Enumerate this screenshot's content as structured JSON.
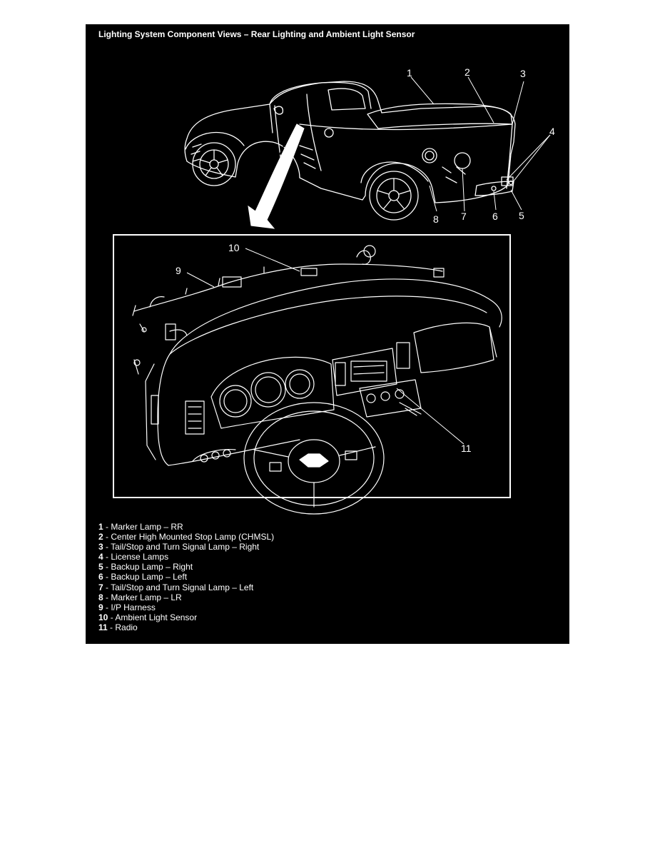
{
  "figure": {
    "title": "Lighting System Component Views – Rear Lighting and Ambient Light Sensor"
  },
  "callouts": [
    {
      "id": "1",
      "label": "1"
    },
    {
      "id": "2",
      "label": "2"
    },
    {
      "id": "3",
      "label": "3"
    },
    {
      "id": "4",
      "label": "4"
    },
    {
      "id": "5",
      "label": "5"
    },
    {
      "id": "6",
      "label": "6"
    },
    {
      "id": "7",
      "label": "7"
    },
    {
      "id": "8",
      "label": "8"
    },
    {
      "id": "9",
      "label": "9"
    },
    {
      "id": "10",
      "label": "10"
    },
    {
      "id": "11",
      "label": "11"
    }
  ],
  "legend": [
    {
      "num": "1",
      "text": " - Marker Lamp – RR"
    },
    {
      "num": "2",
      "text": " - Center High Mounted Stop Lamp (CHMSL)"
    },
    {
      "num": "3",
      "text": " - Tail/Stop and Turn Signal Lamp – Right"
    },
    {
      "num": "4",
      "text": " - License Lamps"
    },
    {
      "num": "5",
      "text": " - Backup Lamp – Right"
    },
    {
      "num": "6",
      "text": " - Backup Lamp – Left"
    },
    {
      "num": "7",
      "text": " - Tail/Stop and Turn Signal Lamp – Left"
    },
    {
      "num": "8",
      "text": " - Marker Lamp – LR"
    },
    {
      "num": "9",
      "text": " - I/P Harness"
    },
    {
      "num": "10",
      "text": " - Ambient Light Sensor"
    },
    {
      "num": "11",
      "text": " - Radio"
    }
  ],
  "colors": {
    "background": "#000000",
    "ink": "#ffffff"
  }
}
